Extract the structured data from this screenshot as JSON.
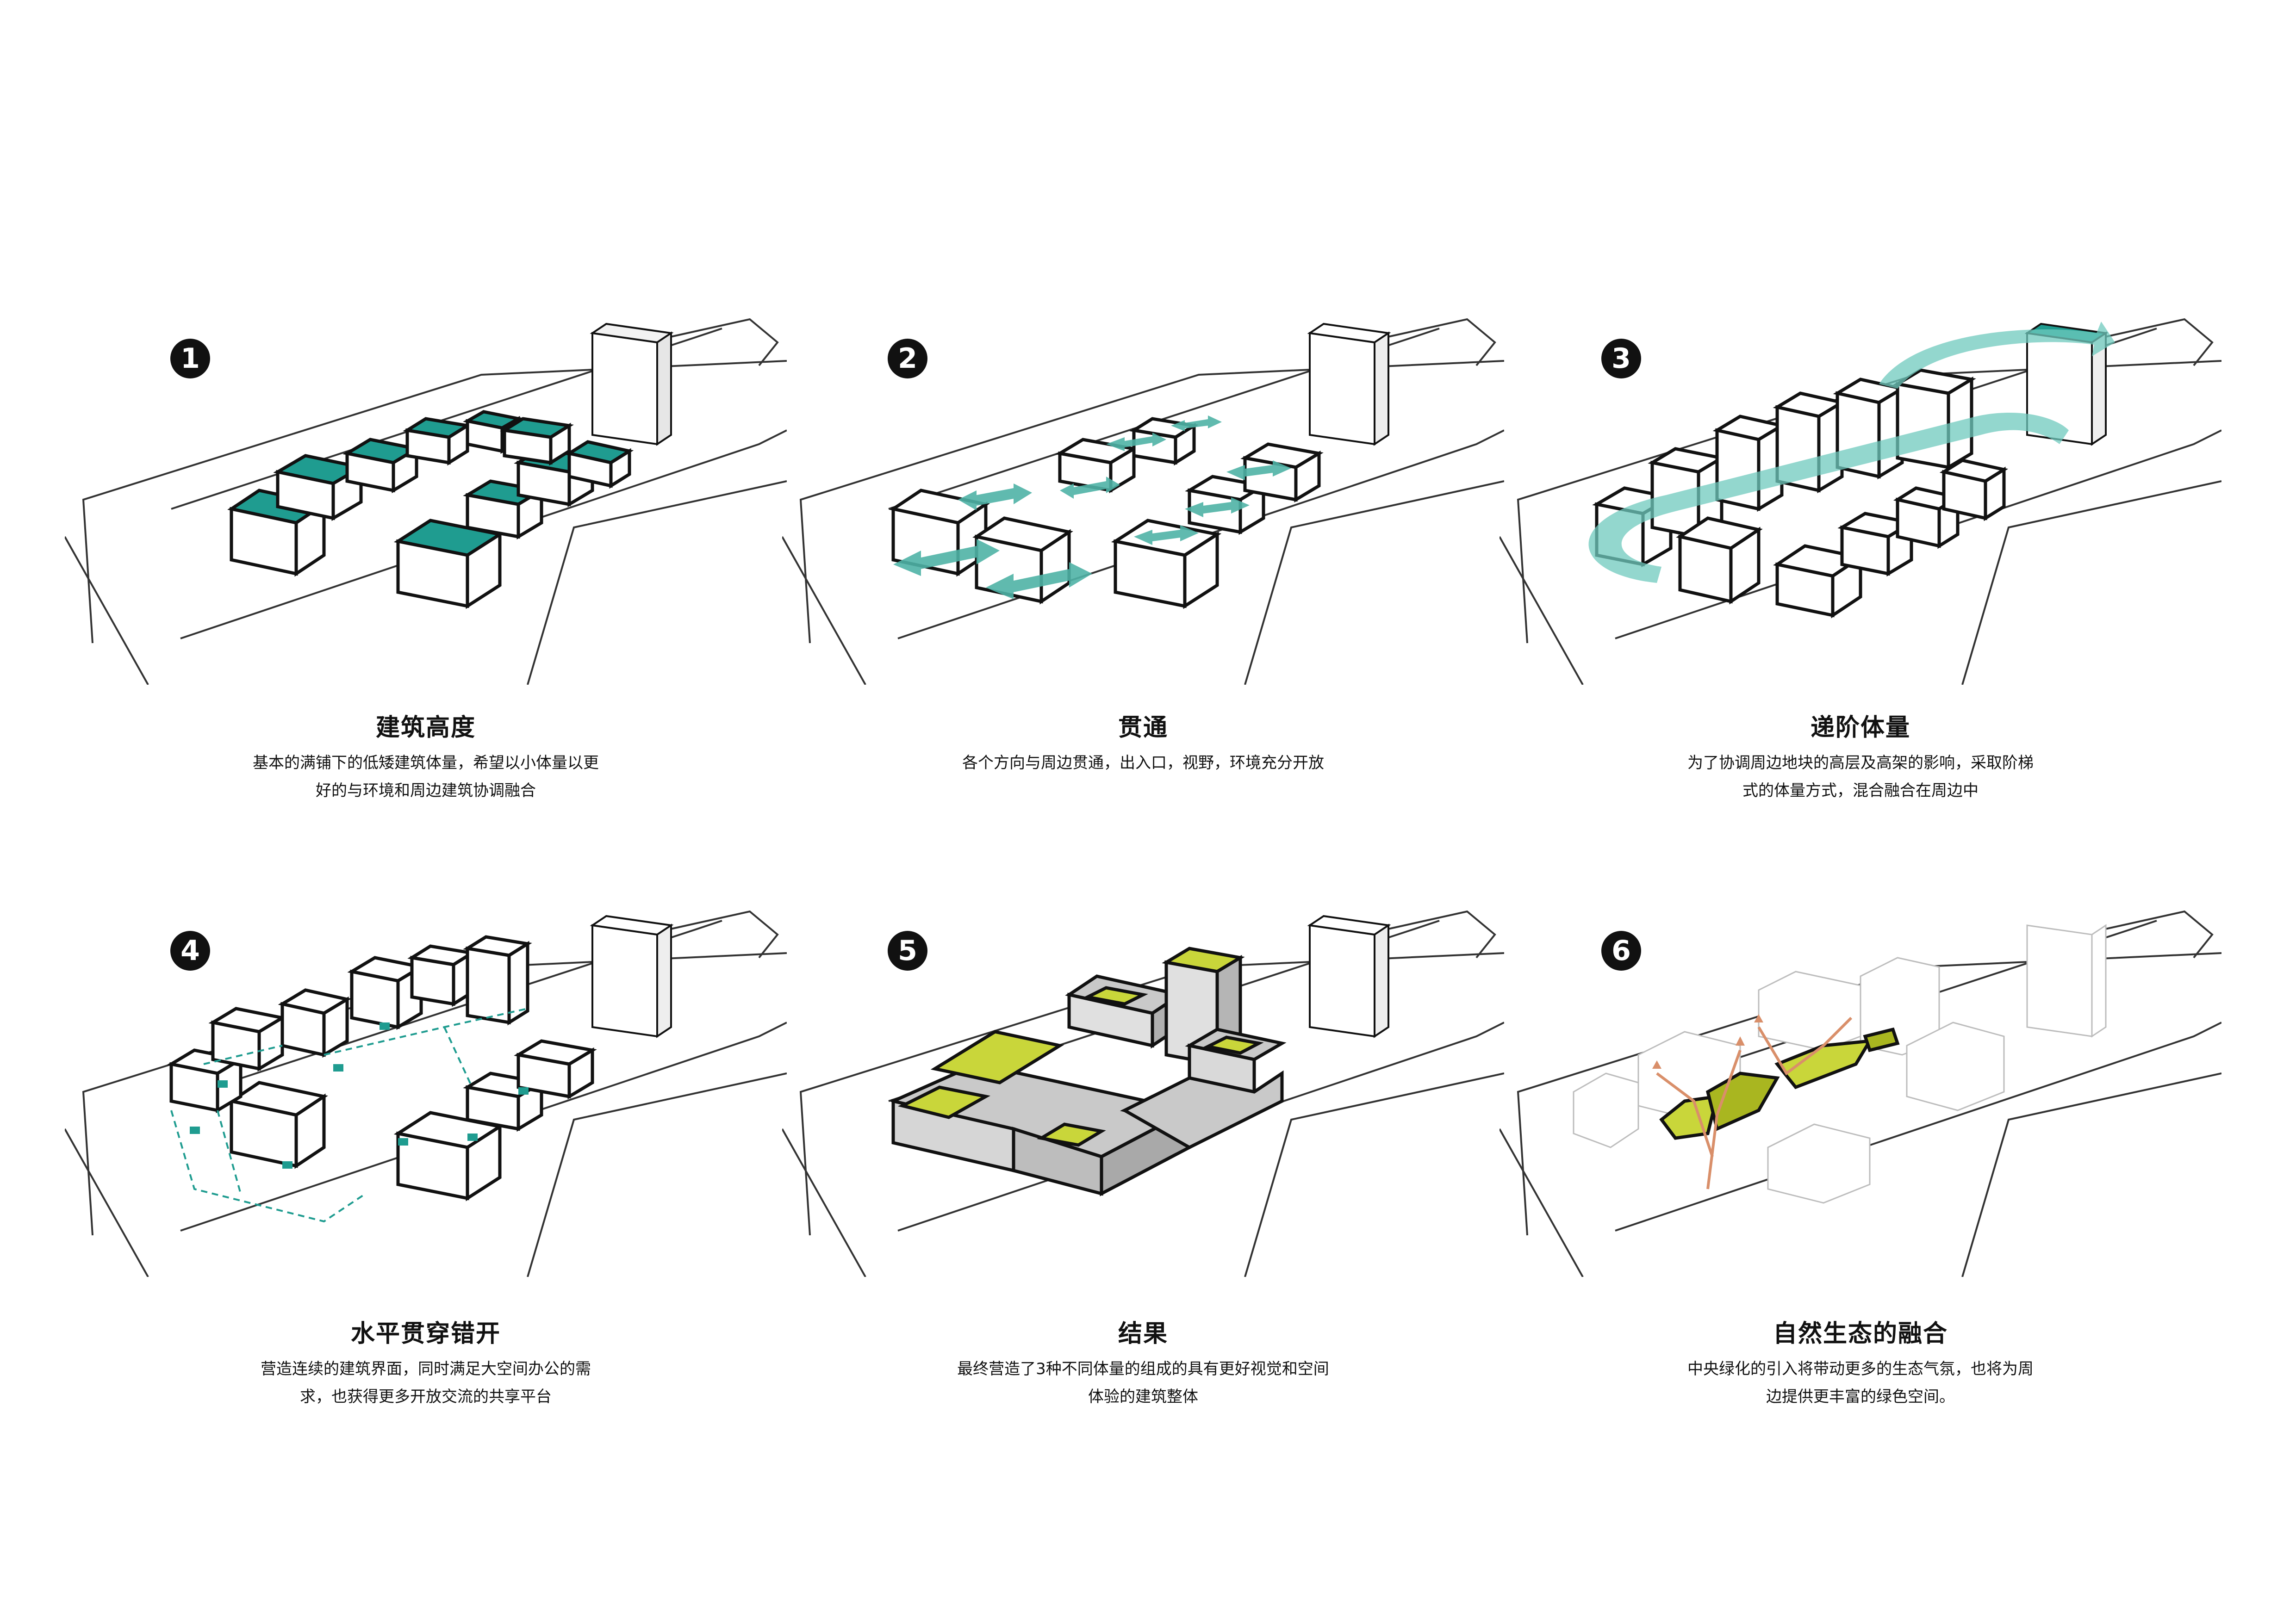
{
  "colors": {
    "teal": "#1f9c90",
    "teal_light": "#6fc9bd",
    "lime": "#c9d63a",
    "lime_dark": "#a9b620",
    "grey_face": "#c9c9c9",
    "salmon": "#d98f6a",
    "outline": "#111111",
    "road": "#333333"
  },
  "panels": [
    {
      "number": "1",
      "title": "建筑高度",
      "lines": [
        "基本的满铺下的低矮建筑体量，希望以小体量以更",
        "好的与环境和周边建筑协调融合"
      ]
    },
    {
      "number": "2",
      "title": "贯通",
      "lines": [
        "各个方向与周边贯通，出入口，视野，环境充分开放"
      ]
    },
    {
      "number": "3",
      "title": "递阶体量",
      "lines": [
        "为了协调周边地块的高层及高架的影响，采取阶梯",
        "式的体量方式，混合融合在周边中"
      ]
    },
    {
      "number": "4",
      "title": "水平贯穿错开",
      "lines": [
        "营造连续的建筑界面，同时满足大空间办公的需",
        "求，也获得更多开放交流的共享平台"
      ]
    },
    {
      "number": "5",
      "title": "结果",
      "lines": [
        "最终营造了3种不同体量的组成的具有更好视觉和空间",
        "体验的建筑整体"
      ]
    },
    {
      "number": "6",
      "title": "自然生态的融合",
      "lines": [
        "中央绿化的引入将带动更多的生态气氛，也将为周",
        "边提供更丰富的绿色空间。"
      ]
    }
  ]
}
